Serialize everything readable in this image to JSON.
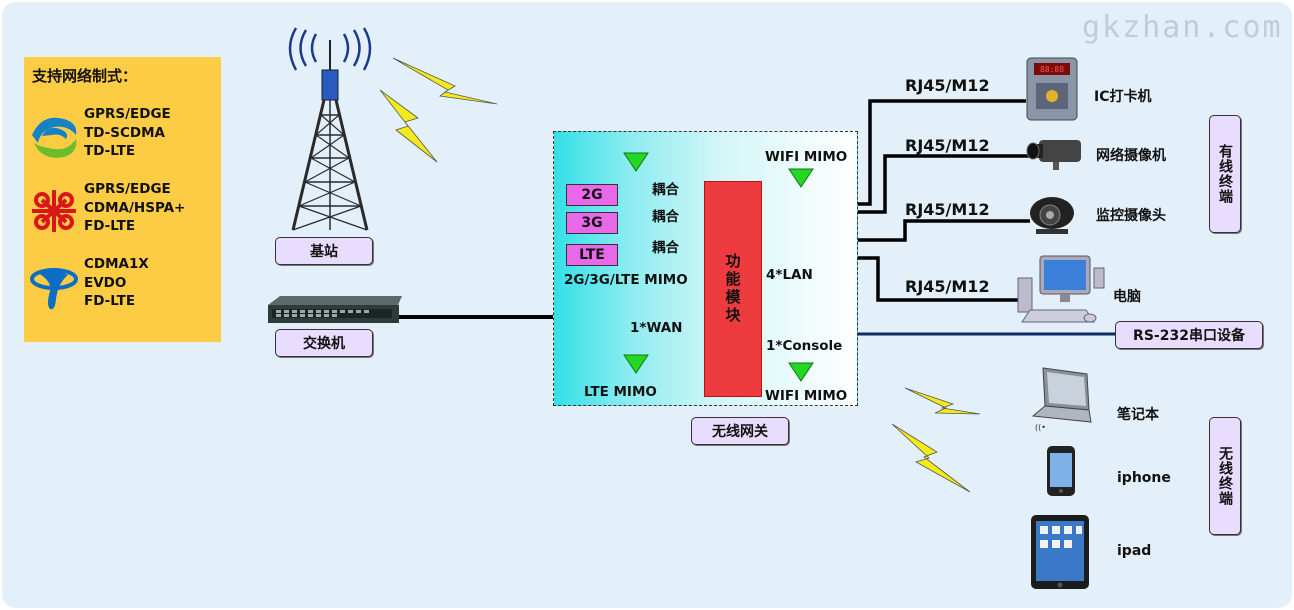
{
  "watermark": "gkzhan.com",
  "network_box": {
    "title": "支持网络制式：",
    "operators": [
      {
        "icon": "china-mobile-logo-icon",
        "lines": [
          "GPRS/EDGE",
          "TD-SCDMA",
          "TD-LTE"
        ]
      },
      {
        "icon": "china-unicom-logo-icon",
        "lines": [
          "GPRS/EDGE",
          "CDMA/HSPA+",
          "FD-LTE"
        ]
      },
      {
        "icon": "china-telecom-logo-icon",
        "lines": [
          "CDMA1X",
          "EVDO",
          "FD-LTE"
        ]
      }
    ]
  },
  "labels": {
    "base_station": "基站",
    "switch": "交换机",
    "gateway": "无线网关"
  },
  "gateway": {
    "function_module": "功能模块",
    "bands": [
      "2G",
      "3G",
      "LTE"
    ],
    "coupling": [
      "耦合",
      "耦合",
      "耦合"
    ],
    "cellular_mimo": "2G/3G/LTE MIMO",
    "wifi_mimo_top": "WIFI MIMO",
    "wifi_mimo_bottom": "WIFI MIMO",
    "lte_mimo": "LTE MIMO",
    "lan": "4*LAN",
    "wan": "1*WAN",
    "console": "1*Console"
  },
  "wired": {
    "cable_labels": [
      "RJ45/M12",
      "RJ45/M12",
      "RJ45/M12",
      "RJ45/M12"
    ],
    "devices": [
      "IC打卡机",
      "网络摄像机",
      "监控摄像头",
      "电脑"
    ],
    "group_label": "有线终端"
  },
  "serial_device": "RS-232串口设备",
  "wireless": {
    "devices": [
      "笔记本",
      "iphone",
      "ipad"
    ],
    "group_label": "无线终端"
  },
  "colors": {
    "panel": "#e3f0fa",
    "network_box": "#fbcc44",
    "function_module": "#ee3b3f",
    "band_box": "#e968ea",
    "label_fill": "#e8dcff",
    "antenna": "#22d822",
    "lightning": "#f4ea1a",
    "console_line": "#0e2a66"
  }
}
